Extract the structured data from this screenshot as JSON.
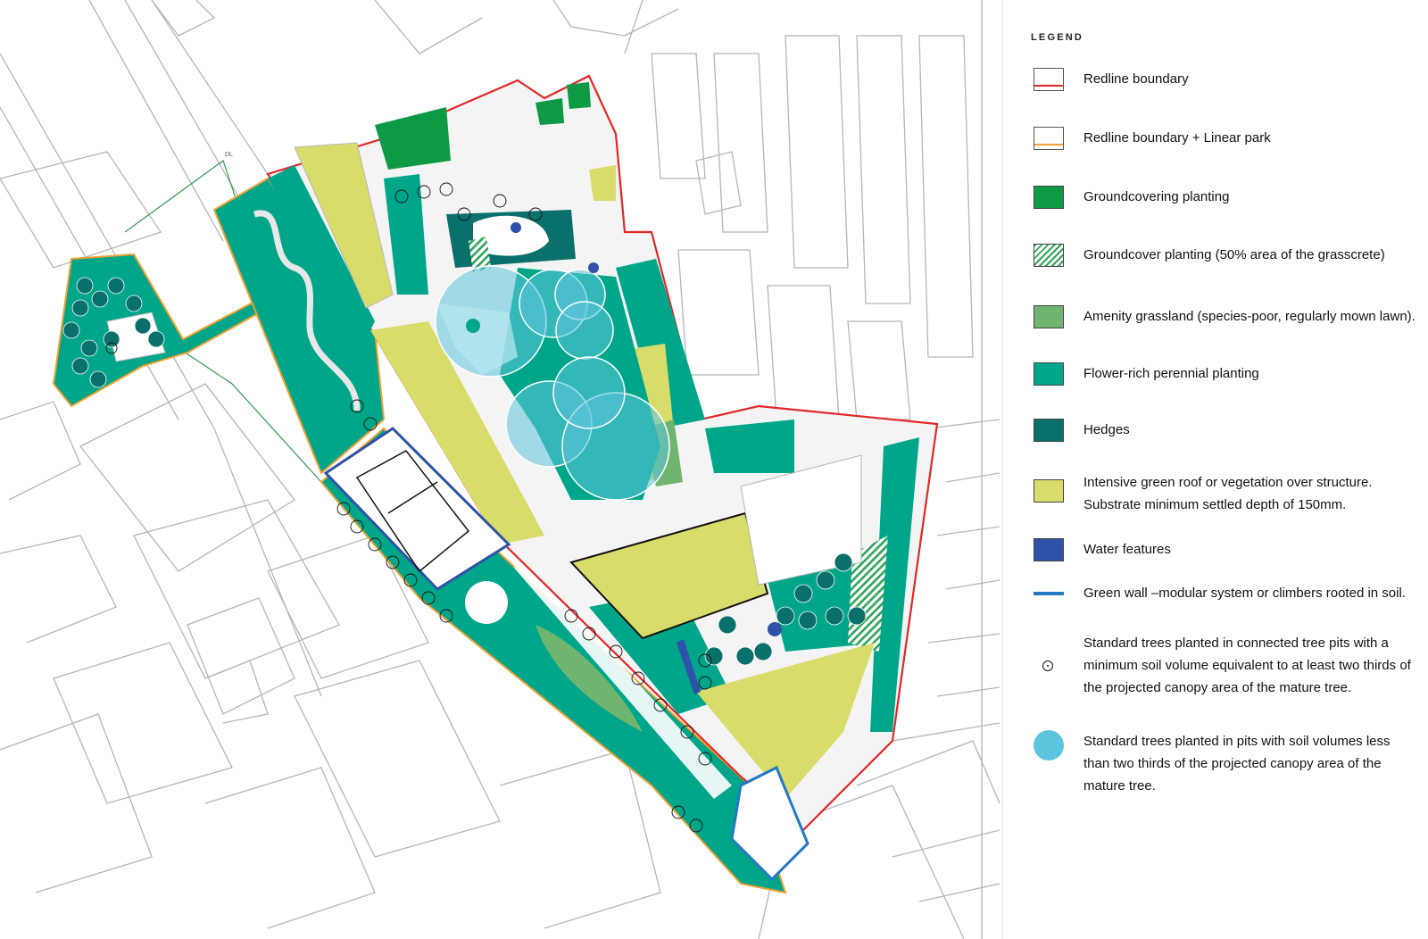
{
  "legend": {
    "title": "LEGEND",
    "items": [
      {
        "label": "Redline boundary",
        "kind": "redline",
        "color": "#e32727"
      },
      {
        "label": "Redline boundary + Linear park",
        "kind": "redline-linear",
        "color": "#f0a030"
      },
      {
        "label": "Groundcovering planting",
        "kind": "fill",
        "color": "#0e9a45"
      },
      {
        "label": "Groundcover planting (50% area of the grasscrete)",
        "kind": "hatch",
        "color": "#2fa35a"
      },
      {
        "label": "Amenity grassland (species-poor, regularly mown lawn).",
        "kind": "fill",
        "color": "#6fb56f"
      },
      {
        "label": "Flower-rich perennial planting",
        "kind": "fill",
        "color": "#00a68a"
      },
      {
        "label": "Hedges",
        "kind": "fill",
        "color": "#0a706b"
      },
      {
        "label": "Intensive green roof or vegetation over structure. Substrate minimum settled depth of 150mm.",
        "kind": "fill",
        "color": "#d8dc6a"
      },
      {
        "label": "Water features",
        "kind": "fill",
        "color": "#2f52a8"
      },
      {
        "label": "Green wall –modular system or climbers rooted in soil.",
        "kind": "line",
        "color": "#2378c4"
      },
      {
        "label": "Standard trees planted in connected tree pits with a minimum soil volume equivalent to at least two thirds of the projected canopy area of the mature tree.",
        "kind": "dot",
        "color": "#111111"
      },
      {
        "label": "Standard trees planted in pits with soil volumes less than two thirds of the projected canopy area of the mature tree.",
        "kind": "circle",
        "color": "#5cc4dc"
      }
    ]
  },
  "map": {
    "labels": {
      "plot_ref": "DL"
    }
  }
}
